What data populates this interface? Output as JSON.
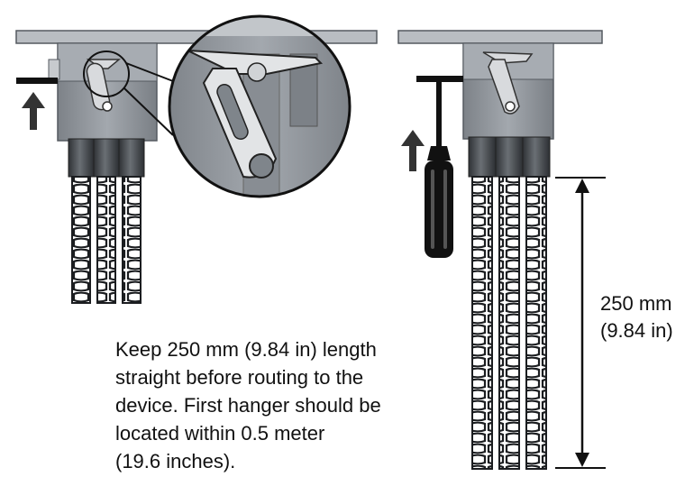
{
  "caption": {
    "line1": "Keep 250 mm (9.84 in) length",
    "line2": "straight before routing to the",
    "line3": "device. First hanger should be",
    "line4": "located within 0.5 meter",
    "line5": "(19.6 inches)."
  },
  "dimension": {
    "metric": "250 mm",
    "imperial": "(9.84 in)"
  },
  "colors": {
    "panel": "#b9bdc2",
    "housing": "#8e9399",
    "housing_dark": "#6d7278",
    "conduit": "#3e4246",
    "ink": "#111111"
  },
  "icons": {
    "arrow": "up-arrow-icon",
    "tool": "screwdriver-icon",
    "detail": "magnifier-callout-icon"
  }
}
